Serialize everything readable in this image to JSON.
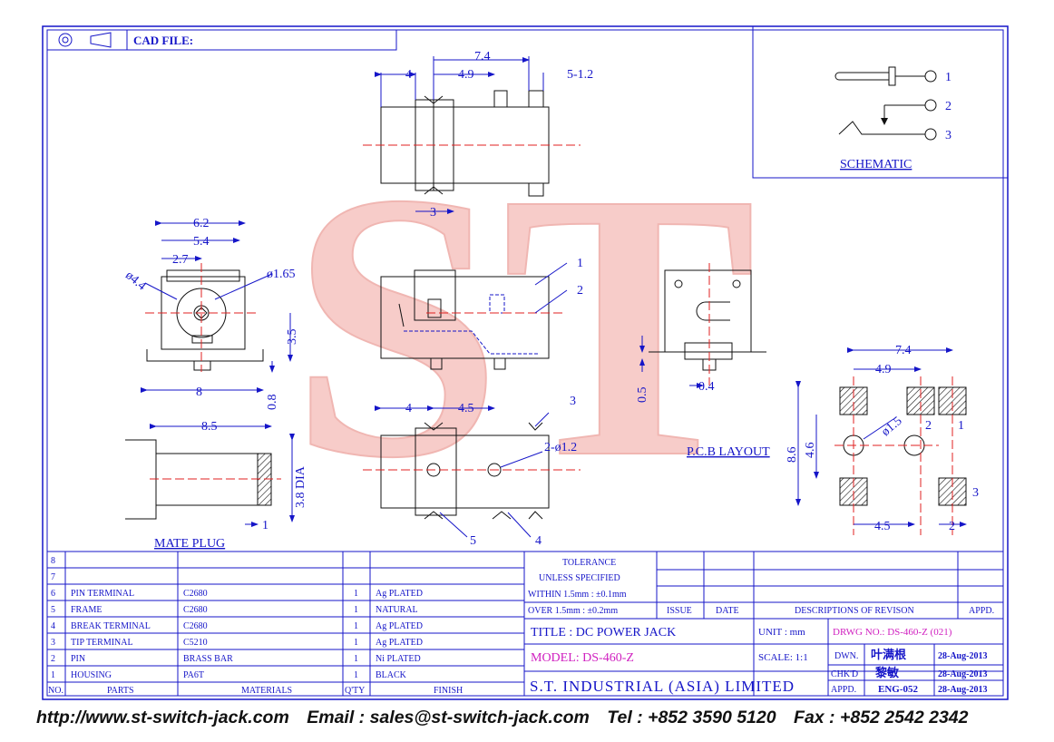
{
  "title_block": {
    "cad_label": "CAD FILE:",
    "schematic_label": "SCHEMATIC",
    "schematic_pins": [
      "1",
      "2",
      "3"
    ],
    "mate_plug_label": "MATE PLUG",
    "pcb_layout_label": "P.C.B LAYOUT",
    "tolerance_title": "TOLERANCE",
    "tolerance_sub": "UNLESS SPECIFIED",
    "tolerance_within": "WITHIN 1.5mm : ±0.1mm",
    "tolerance_over": "OVER 1.5mm : ±0.2mm",
    "issue": "ISSUE",
    "date": "DATE",
    "descriptions": "DESCRIPTIONS OF REVISON",
    "appd": "APPD.",
    "title": "TITLE : DC POWER JACK",
    "unit": "UNIT : mm",
    "drwg_no": "DRWG NO.: DS-460-Z (021)",
    "model": "MODEL: DS-460-Z",
    "scale": "SCALE: 1:1",
    "company": "S.T. INDUSTRIAL (ASIA) LIMITED",
    "dwn_label": "DWN.",
    "dwn_name": "叶满根",
    "dwn_date": "28-Aug-2013",
    "chkd_label": "CHK'D",
    "chkd_name": "黎敏",
    "chkd_date": "28-Aug-2013",
    "appd_label": "APPD.",
    "appd_name": "ENG-052",
    "appd_date": "28-Aug-2013"
  },
  "bom": {
    "headers": [
      "NO.",
      "PARTS",
      "MATERIALS",
      "Q'TY",
      "FINISH"
    ],
    "rows": [
      [
        "8",
        "",
        "",
        "",
        ""
      ],
      [
        "7",
        "",
        "",
        "",
        ""
      ],
      [
        "6",
        "PIN TERMINAL",
        "C2680",
        "1",
        "Ag PLATED"
      ],
      [
        "5",
        "FRAME",
        "C2680",
        "1",
        "NATURAL"
      ],
      [
        "4",
        "BREAK TERMINAL",
        "C2680",
        "1",
        "Ag PLATED"
      ],
      [
        "3",
        "TIP TERMINAL",
        "C5210",
        "1",
        "Ag PLATED"
      ],
      [
        "2",
        "PIN",
        "BRASS BAR",
        "1",
        "Ni PLATED"
      ],
      [
        "1",
        "HOUSING",
        "PA6T",
        "1",
        "BLACK"
      ]
    ]
  },
  "dimensions": {
    "top_7_4": "7.4",
    "top_4": "4",
    "top_4_9": "4.9",
    "top_5_1_2": "5-1.2",
    "top_3": "3",
    "front_6_2": "6.2",
    "front_5_4": "5.4",
    "front_2_7": "2.7",
    "front_phi4_4": "ø4.4",
    "front_phi1_65": "ø1.65",
    "front_3_5": "3.5",
    "front_8": "8",
    "front_0_8": "0.8",
    "plug_8_5": "8.5",
    "plug_3_8": "3.8 DIA",
    "plug_1": "1",
    "bottom_4": "4",
    "bottom_4_5": "4.5",
    "bottom_2_phi1_2": "2-ø1.2",
    "side_0_5": "0.5",
    "side_0_4": "0.4",
    "pcb_7_4": "7.4",
    "pcb_4_9": "4.9",
    "pcb_phi1_5": "ø1.5",
    "pcb_8_6": "8.6",
    "pcb_4_6": "4.6",
    "pcb_4_5": "4.5",
    "pcb_2": "2"
  },
  "callouts": [
    "1",
    "2",
    "3",
    "3",
    "4",
    "5"
  ],
  "pcb_pins": [
    "2",
    "1",
    "3"
  ],
  "watermark": "ST",
  "footer": {
    "url": "http://www.st-switch-jack.com",
    "email": "Email : sales@st-switch-jack.com",
    "tel": "Tel : +852 3590 5120",
    "fax": "Fax : +852 2542 2342"
  },
  "colors": {
    "line": "#1515c8",
    "center": "#e02020",
    "watermark": "#f4b8b4"
  }
}
